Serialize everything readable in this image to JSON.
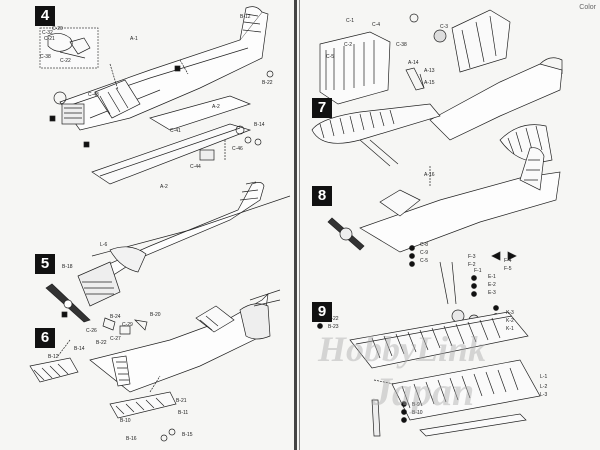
{
  "steps": [
    {
      "number": "4"
    },
    {
      "number": "5"
    },
    {
      "number": "6"
    },
    {
      "number": "7"
    },
    {
      "number": "8"
    },
    {
      "number": "9"
    }
  ],
  "part_labels": {
    "s4": [
      "C-32",
      "C-21",
      "C-20",
      "C-22",
      "C-38",
      "A-1",
      "B-12",
      "C-43",
      "A-2",
      "C-41",
      "B-14",
      "B-22",
      "C-44",
      "A-2",
      "C-46"
    ],
    "s5": [
      "L-6",
      "B-18",
      "B-24",
      "C-26",
      "C-29",
      "B-20",
      "C-27"
    ],
    "s6": [
      "B-14",
      "B-22",
      "B-12",
      "B-21",
      "B-11",
      "B-10",
      "B-16",
      "B-15"
    ],
    "s7": [
      "C-1",
      "C-5",
      "C-4",
      "C-2",
      "C-38",
      "C-3",
      "A-14",
      "A-13",
      "A-15"
    ],
    "s8": [
      "A-16",
      "C-8",
      "C-9",
      "C-5",
      "F-3",
      "F-2",
      "F-1",
      "F-4",
      "F-5",
      "E-1",
      "E-2",
      "E-3",
      "K-3",
      "K-2",
      "K-1"
    ],
    "s9": [
      "B-22",
      "B-23",
      "L-1",
      "L-2",
      "L-3",
      "B-9",
      "B-10"
    ]
  },
  "watermark": {
    "line1": "HobbyLink",
    "line2": "Japan"
  },
  "corner_text": "Color"
}
